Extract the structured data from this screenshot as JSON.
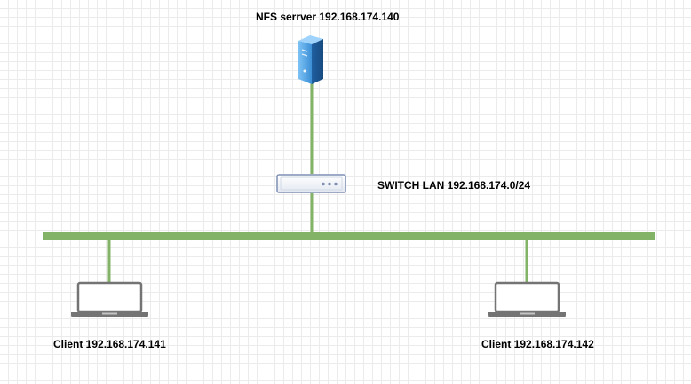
{
  "diagram": {
    "server": {
      "label": "NFS serrver 192.168.174.140",
      "icon": "server-tower-icon"
    },
    "switch": {
      "label": "SWITCH LAN 192.168.174.0/24",
      "icon": "network-switch-icon"
    },
    "clients": [
      {
        "label": "Client 192.168.174.141",
        "icon": "laptop-icon"
      },
      {
        "label": "Client 192.168.174.142",
        "icon": "laptop-icon"
      }
    ],
    "colors": {
      "link": "#82b366",
      "server_body": "#4a9fe0",
      "laptop": "#747474",
      "switch_fill": "#f2f4f8",
      "switch_stroke": "#7f8fb3"
    }
  }
}
